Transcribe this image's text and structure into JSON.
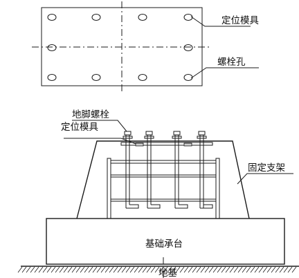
{
  "labels": {
    "template_top": "定位模具",
    "bolt_hole": "螺栓孔",
    "anchor_bolt": "地脚螺栓",
    "template_bottom": "定位模具",
    "fixed_bracket": "固定支架",
    "pile_cap": "基础承台",
    "ground": "地基"
  },
  "colors": {
    "line": "#1a1a1a",
    "background": "#ffffff"
  }
}
